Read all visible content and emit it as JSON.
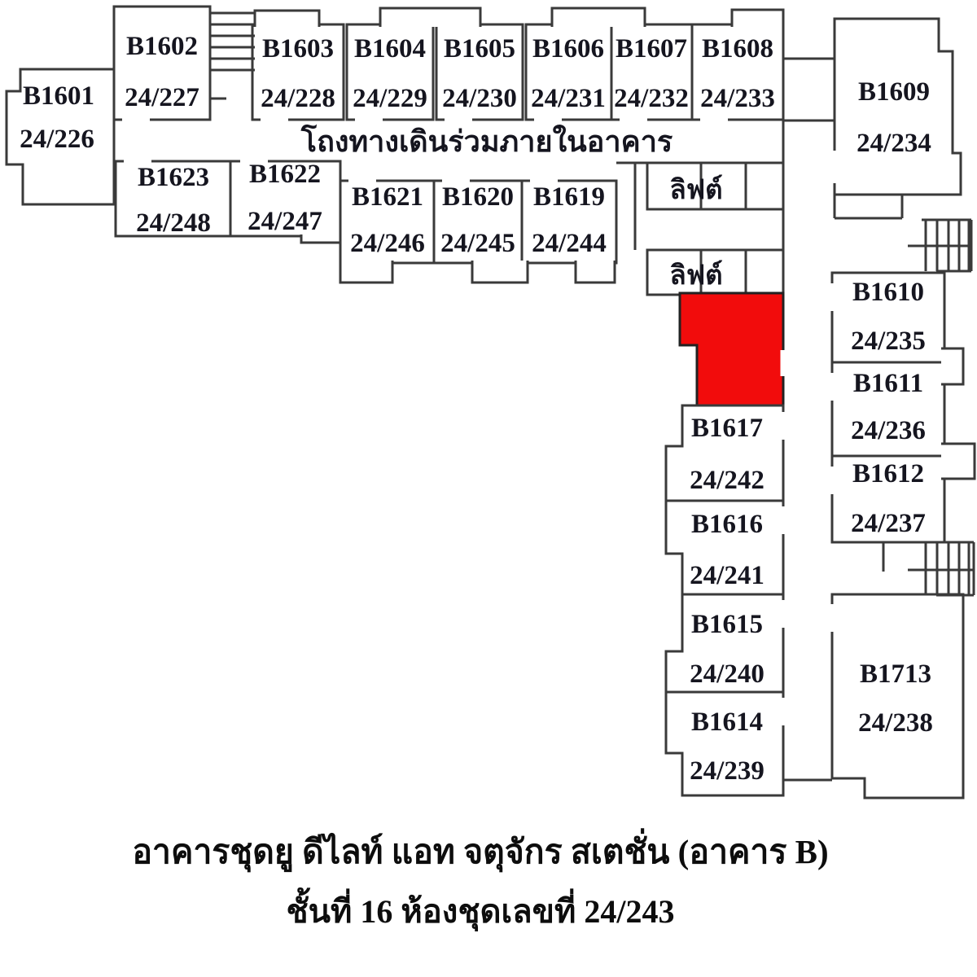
{
  "plan": {
    "corridor_label": "โถงทางเดินร่วมภายในอาคาร",
    "lift_labels": [
      "ลิฟต์",
      "ลิฟต์"
    ],
    "highlight": {
      "color": "#f20c0c",
      "unit": "24/243"
    },
    "rooms": [
      {
        "code": "B1601",
        "number": "24/226"
      },
      {
        "code": "B1602",
        "number": "24/227"
      },
      {
        "code": "B1603",
        "number": "24/228"
      },
      {
        "code": "B1604",
        "number": "24/229"
      },
      {
        "code": "B1605",
        "number": "24/230"
      },
      {
        "code": "B1606",
        "number": "24/231"
      },
      {
        "code": "B1607",
        "number": "24/232"
      },
      {
        "code": "B1608",
        "number": "24/233"
      },
      {
        "code": "B1609",
        "number": "24/234"
      },
      {
        "code": "B1623",
        "number": "24/248"
      },
      {
        "code": "B1622",
        "number": "24/247"
      },
      {
        "code": "B1621",
        "number": "24/246"
      },
      {
        "code": "B1620",
        "number": "24/245"
      },
      {
        "code": "B1619",
        "number": "24/244"
      },
      {
        "code": "B1617",
        "number": "24/242"
      },
      {
        "code": "B1616",
        "number": "24/241"
      },
      {
        "code": "B1615",
        "number": "24/240"
      },
      {
        "code": "B1614",
        "number": "24/239"
      },
      {
        "code": "B1610",
        "number": "24/235"
      },
      {
        "code": "B1611",
        "number": "24/236"
      },
      {
        "code": "B1612",
        "number": "24/237"
      },
      {
        "code": "B1713",
        "number": "24/238"
      }
    ],
    "title": {
      "line1": "อาคารชุดยู ดีไลท์ แอท จตุจักร สเตชั่น (อาคาร B)",
      "line2": "ชั้นที่ 16 ห้องชุดเลขที่ 24/243"
    }
  }
}
